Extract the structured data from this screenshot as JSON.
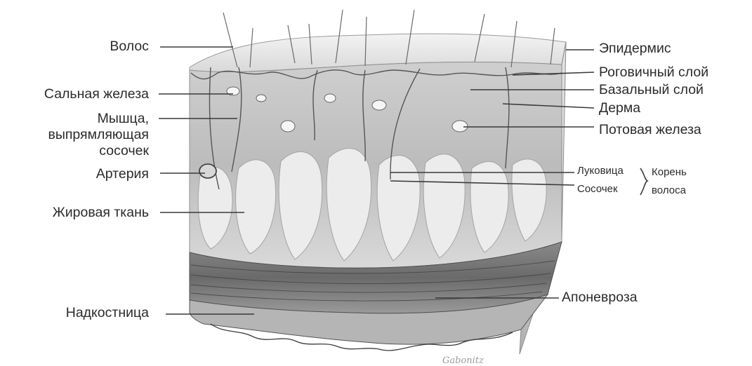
{
  "labels": {
    "hair": "Волос",
    "sebaceous_gland": "Сальная железа",
    "arrector_muscle": [
      "Мышца,",
      "выпрямляющая",
      "сосочек"
    ],
    "artery": "Артерия",
    "adipose_tissue": "Жировая ткань",
    "periosteum": "Надкостница",
    "epidermis": "Эпидермис",
    "stratum_corneum": "Роговичный слой",
    "basal_layer": "Базальный слой",
    "dermis": "Дерма",
    "sweat_gland": "Потовая железа",
    "bulb": "Луковица",
    "papilla": "Сосочек",
    "hair_root": [
      "Корень",
      "волоса"
    ],
    "aponeurosis": "Апоневроза"
  },
  "signature": "Gabonitz",
  "colors": {
    "text": "#2b2b2b",
    "leader": "#3a3a3a",
    "tissue_light": "#e9e9e9",
    "tissue_mid": "#bdbdbd",
    "tissue_dark": "#6d6d6d"
  }
}
